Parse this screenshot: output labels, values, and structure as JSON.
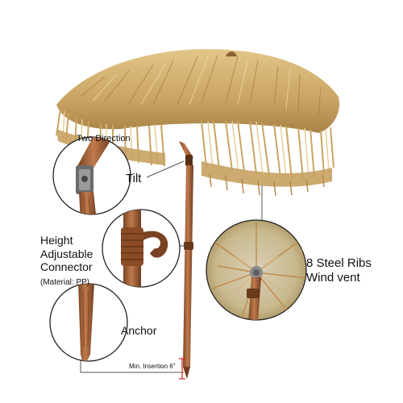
{
  "labels": {
    "two_direction": "Two Direction",
    "tilt": "Tilt",
    "height_line1": "Height",
    "height_line2": "Adjustable",
    "height_line3": "Connector",
    "material": "(Material: PP)",
    "anchor": "Anchor",
    "ribs_line1": "8 Steel Ribs",
    "ribs_line2": "Wind vent",
    "insertion": "Min. Insertion 6\""
  },
  "colors": {
    "thatch_light": "#d8b878",
    "thatch_mid": "#c29a58",
    "thatch_dark": "#9a7440",
    "pole_light": "#b8744a",
    "pole_dark": "#7a4426",
    "callout_line": "#555555",
    "insertion_marker": "#d02020"
  },
  "callouts": [
    {
      "name": "tilt-detail",
      "icon": "tilt-joint-icon"
    },
    {
      "name": "connector-detail",
      "icon": "connector-clamp-icon"
    },
    {
      "name": "anchor-detail",
      "icon": "anchor-spike-icon"
    },
    {
      "name": "ribs-detail",
      "icon": "umbrella-ribs-icon"
    }
  ]
}
